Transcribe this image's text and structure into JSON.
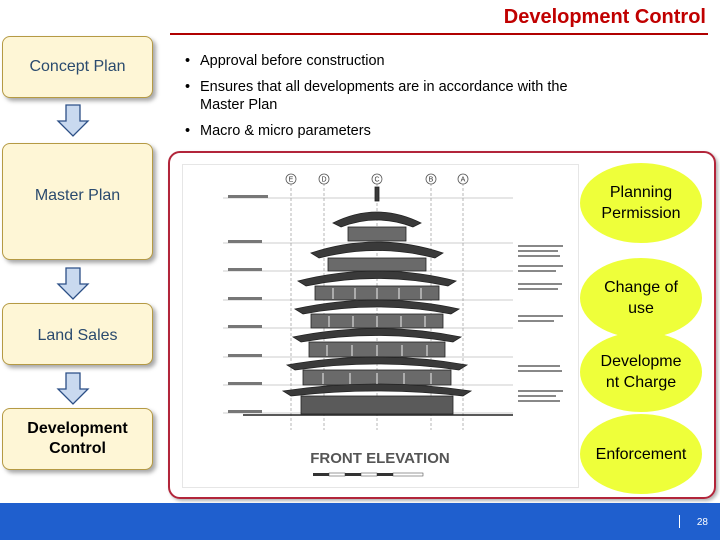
{
  "title": "Development Control",
  "stages": [
    "Concept Plan",
    "Master Plan",
    "Land Sales",
    "Development Control"
  ],
  "bullets": [
    "Approval before construction",
    "Ensures that all developments are in accordance with the Master Plan",
    "Macro & micro parameters"
  ],
  "controls": [
    "Planning Permission",
    "Change of use",
    "Development Charge",
    "Enforcement"
  ],
  "drawing": {
    "caption": "FRONT ELEVATION",
    "grid_labels": [
      "E",
      "D",
      "C",
      "B",
      "A"
    ]
  },
  "page_number": "28",
  "colors": {
    "title": "#c00000",
    "stage_fill": "#fef6d6",
    "bubble_fill": "#eeff3a",
    "frame": "#b2253a",
    "bar": "#1f5fce",
    "arrow": "#c9d9ef"
  }
}
